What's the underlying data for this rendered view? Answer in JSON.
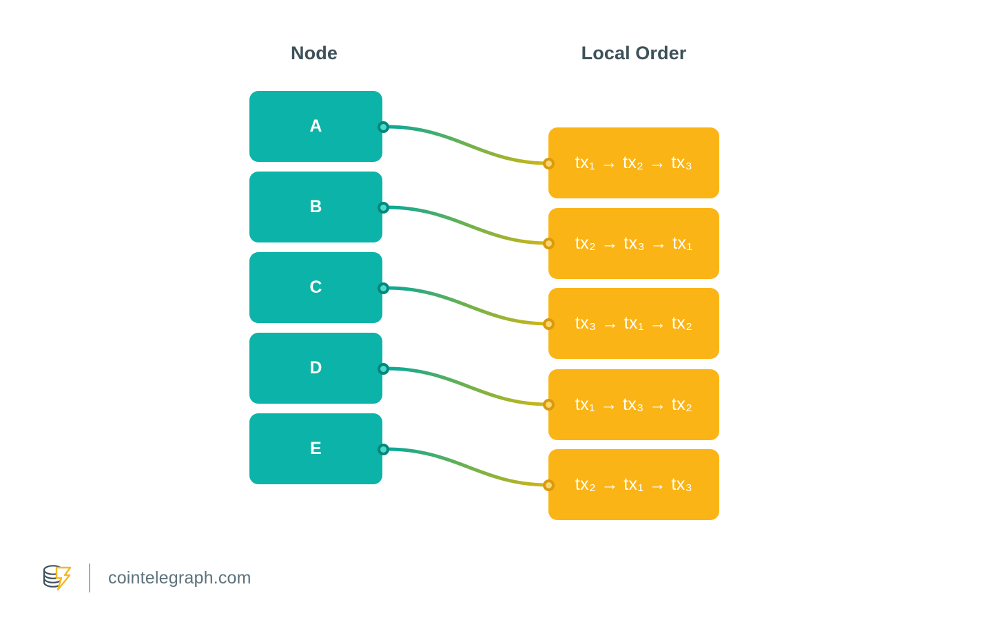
{
  "headings": {
    "node": "Node",
    "local_order": "Local Order"
  },
  "nodes": [
    {
      "label": "A"
    },
    {
      "label": "B"
    },
    {
      "label": "C"
    },
    {
      "label": "D"
    },
    {
      "label": "E"
    }
  ],
  "local_orders": [
    {
      "text": "tx₁ → tx₂ → tx₃"
    },
    {
      "text": "tx₂ → tx₃ → tx₁"
    },
    {
      "text": "tx₃ → tx₁ → tx₂"
    },
    {
      "text": "tx₁ → tx₃ → tx₂"
    },
    {
      "text": "tx₂ → tx₁ → tx₃"
    }
  ],
  "footer": {
    "site": "cointelegraph.com",
    "logo_icon": "cointelegraph-coin-stack-bolt-logo"
  },
  "colors": {
    "node_fill": "#0cb3a8",
    "order_fill": "#fbb415",
    "heading_text": "#3e5159",
    "box_text": "#ffffff",
    "dot_teal_ring": "#00897b",
    "dot_teal_fill": "#4dd9ce",
    "dot_amber_ring": "#d99a10",
    "dot_amber_fill": "#fcd66b",
    "footer_text": "#5d727c",
    "background": "#ffffff"
  }
}
